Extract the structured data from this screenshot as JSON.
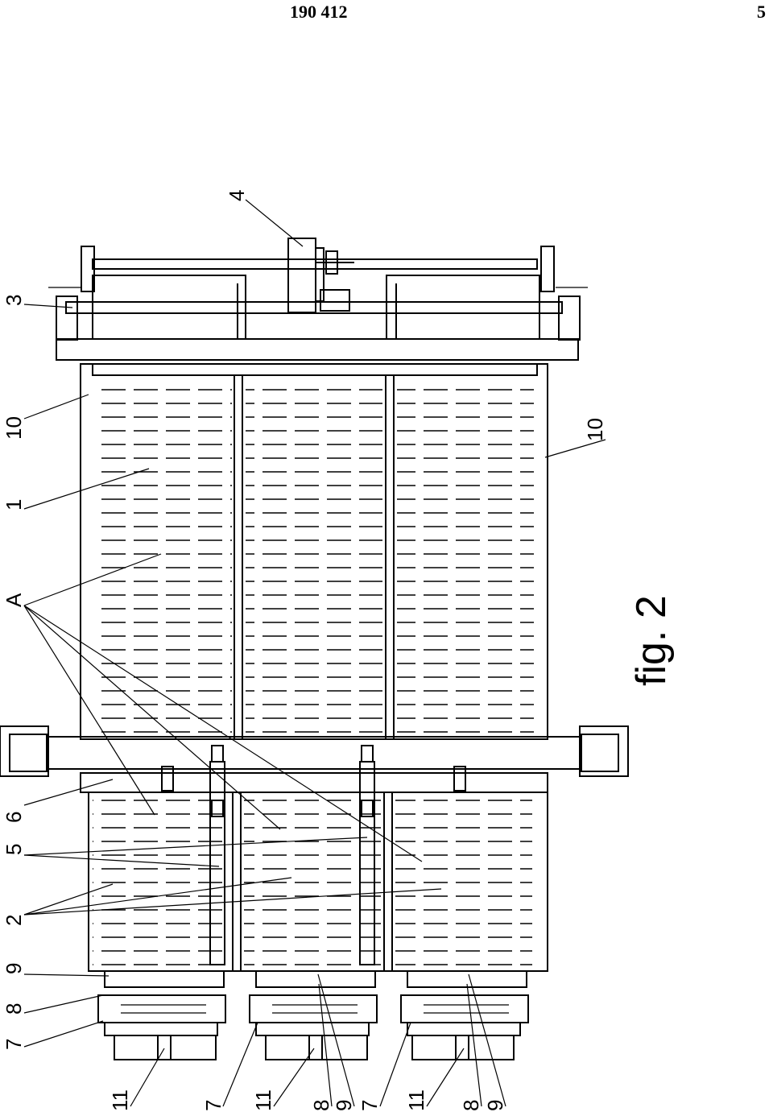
{
  "header": {
    "doc_number": "190 412",
    "page_number": "5"
  },
  "figure": {
    "caption": "fig. 2",
    "labels": {
      "l3": "3",
      "l4": "4",
      "l10a": "10",
      "l1": "1",
      "lA": "A",
      "l6": "6",
      "l5": "5",
      "l2": "2",
      "l9": "9",
      "l8": "8",
      "l7": "7",
      "l10b": "10",
      "b11a": "11",
      "b7a": "7",
      "b11b": "11",
      "b8b": "8",
      "b9b": "9",
      "b7c": "7",
      "b11c": "11",
      "b8c": "8",
      "b9c": "9"
    }
  }
}
